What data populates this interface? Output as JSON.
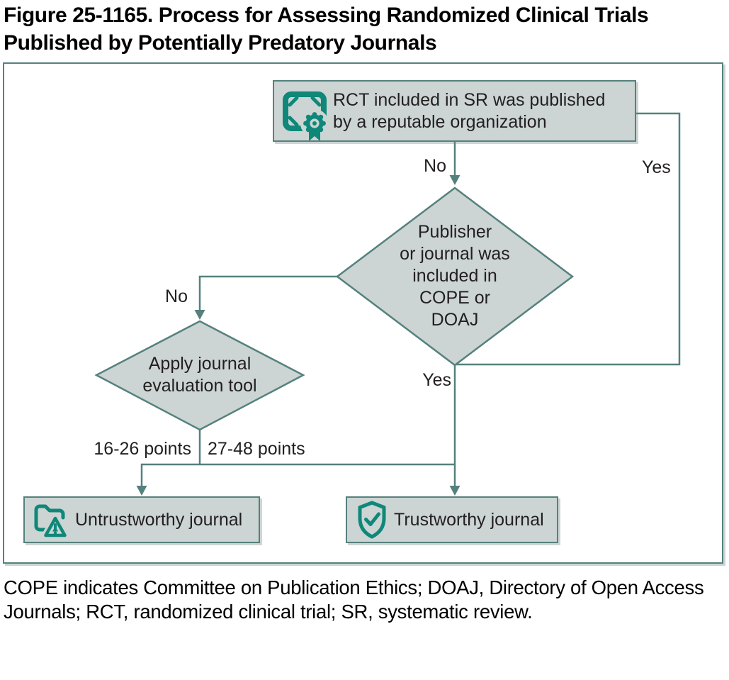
{
  "page": {
    "title": "Figure 25-1165. Process for Assessing Randomized Clinical Trials Published by Potentially Predatory Journals",
    "footnote": "COPE indicates Committee on Publication Ethics; DOAJ, Directory of Open Access Journals; RCT, randomized clinical trial; SR, systematic review."
  },
  "flowchart": {
    "start_box": {
      "icon": "certificate-icon",
      "lines": [
        "RCT included in SR was published",
        "by a reputable organization"
      ]
    },
    "decision_registry": {
      "lines": [
        "Publisher",
        "or journal was",
        "included in",
        "COPE or",
        "DOAJ"
      ]
    },
    "decision_tool": {
      "lines": [
        "Apply journal",
        "evaluation tool"
      ]
    },
    "edge_labels": {
      "no_top": "No",
      "yes_right": "Yes",
      "no_left": "No",
      "yes_bottom": "Yes",
      "points_low": "16-26 points",
      "points_high": "27-48 points"
    },
    "outcome_untrustworthy": {
      "icon": "folder-alert-icon",
      "label": "Untrustworthy journal"
    },
    "outcome_trustworthy": {
      "icon": "shield-check-icon",
      "label": "Trustworthy journal"
    }
  },
  "colors": {
    "icon_teal": "#0f8779",
    "line_teal": "#55817d",
    "shape_fill": "#ccd5d3",
    "text": "#231f20"
  }
}
